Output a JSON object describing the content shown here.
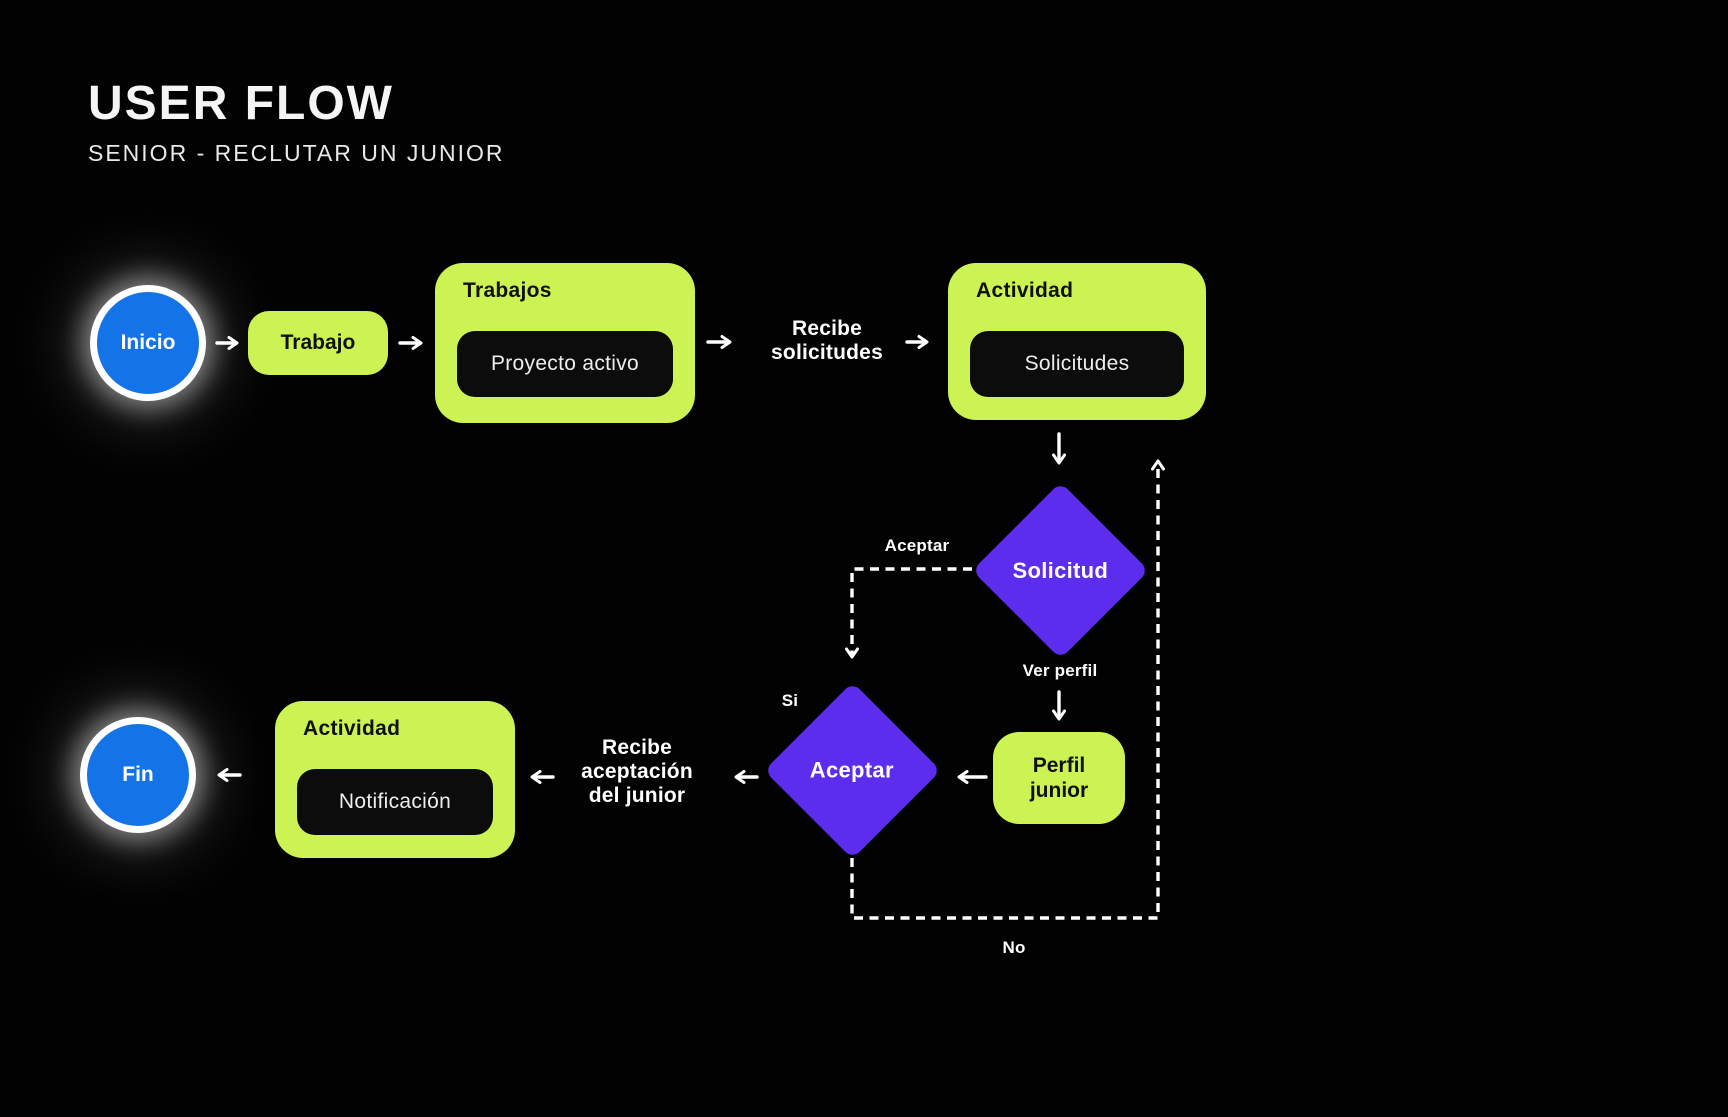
{
  "header": {
    "title": "USER FLOW",
    "subtitle": "SENIOR - RECLUTAR UN JUNIOR"
  },
  "colors": {
    "background": "#020202",
    "node_green": "#ccf353",
    "decision_purple": "#5c2ded",
    "terminal_blue": "#1573e8",
    "screen_black": "#0c0c0c",
    "text_white": "#ffffff"
  },
  "nodes": {
    "inicio": {
      "label": "Inicio"
    },
    "trabajo": {
      "label": "Trabajo"
    },
    "trabajos": {
      "title": "Trabajos",
      "screen": "Proyecto activo"
    },
    "recibe_solicitudes": {
      "line1": "Recibe",
      "line2": "solicitudes"
    },
    "actividad_solicitudes": {
      "title": "Actividad",
      "screen": "Solicitudes"
    },
    "solicitud": {
      "label": "Solicitud"
    },
    "perfil_junior": {
      "line1": "Perfil",
      "line2": "junior"
    },
    "aceptar": {
      "label": "Aceptar"
    },
    "recibe_aceptacion": {
      "line1": "Recibe",
      "line2": "aceptación",
      "line3": "del junior"
    },
    "actividad_notificacion": {
      "title": "Actividad",
      "screen": "Notificación"
    },
    "fin": {
      "label": "Fin"
    }
  },
  "edge_labels": {
    "aceptar": "Aceptar",
    "ver_perfil": "Ver perfil",
    "si": "Si",
    "no": "No"
  }
}
